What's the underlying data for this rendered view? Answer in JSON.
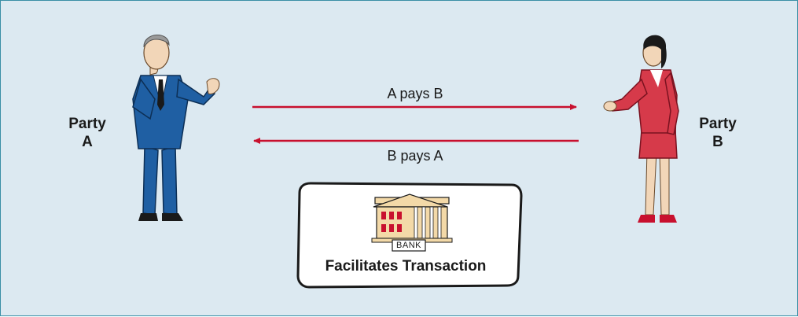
{
  "parties": {
    "a": {
      "line1": "Party",
      "line2": "A"
    },
    "b": {
      "line1": "Party",
      "line2": "B"
    }
  },
  "arrows": {
    "a_to_b": "A pays B",
    "b_to_a": "B pays A"
  },
  "bank": {
    "sign": "BANK",
    "caption": "Facilitates Transaction"
  },
  "colors": {
    "background": "#dce9f1",
    "border": "#3a8fa6",
    "arrow": "#c8102e",
    "man_suit": "#1f5fa3",
    "woman_suit": "#d63a4a"
  },
  "icons": [
    "businessman-figure",
    "businesswoman-figure",
    "bank-building-icon"
  ]
}
